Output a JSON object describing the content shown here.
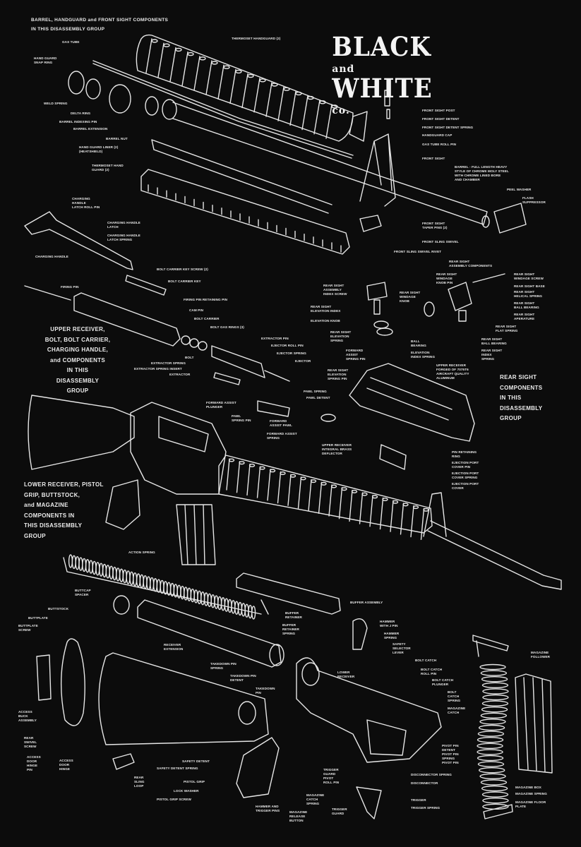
{
  "brand": {
    "black": "BLACK",
    "and": "and",
    "white": "WHITE",
    "co": "co."
  },
  "headings": {
    "barrel_group": [
      "BARREL, HANDGUARD and FRONT SIGHT COMPONENTS",
      "IN THIS DISASSEMBLY GROUP"
    ],
    "upper_group": [
      "UPPER RECEIVER,",
      "BOLT, BOLT CARRIER,",
      "CHARGING HANDLE,",
      "and COMPONENTS",
      "IN THIS",
      "DISASSEMBLY",
      "GROUP"
    ],
    "rear_sight_group": [
      "REAR SIGHT",
      "COMPONENTS",
      "IN THIS",
      "DISASSEMBLY",
      "GROUP"
    ],
    "lower_group": [
      "LOWER RECEIVER, PISTOL",
      "GRIP, BUTTSTOCK,",
      "and MAGAZINE",
      "COMPONENTS IN",
      "THIS DISASSEMBLY",
      "GROUP"
    ]
  },
  "labels": [
    "GAS TUBE",
    "HAND GUARD\nSNAP RING",
    "WELD SPRING",
    "DELTA RING",
    "BARREL INDEXING PIN",
    "BARREL EXTENSION",
    "BARREL NUT",
    "HAND GUARD LINER (2)\n(HEATSHIELD)",
    "THERMOSET HAND\nGUARD (2)",
    "THERMOSET HANDGUARD (2)",
    "FRONT SIGHT POST",
    "FRONT SIGHT DETENT",
    "FRONT SIGHT DETENT SPRING",
    "HANDGUARD CAP",
    "GAS TUBE ROLL PIN",
    "FRONT SIGHT",
    "BARREL - FULL LENGTH HEAVY\nSTYLE OF CHROME MOLY STEEL\nWITH CHROME LINED BORE\nAND CHAMBER",
    "PEEL WASHER",
    "FLASH\nSUPPRESSOR",
    "FRONT SIGHT\nTAPER PINS (2)",
    "FRONT SLING SWIVEL",
    "FRONT SLING SWIVEL RIVET",
    "CHARGING\nHANDLE\nLATCH ROLL PIN",
    "CHARGING HANDLE\nLATCH",
    "CHARGING HANDLE\nLATCH SPRING",
    "CHARGING HANDLE",
    "BOLT CARRIER KEY SCREW (2)",
    "BOLT CARRIER KEY",
    "FIRING PIN",
    "FIRING PIN RETAINING PIN",
    "CAM PIN",
    "BOLT CARRIER",
    "BOLT GAS RINGS (3)",
    "EXTRACTOR PIN",
    "EJECTOR ROLL PIN",
    "EJECTOR SPRING",
    "EJECTOR",
    "BOLT",
    "EXTRACTOR SPRING",
    "EXTRACTOR SPRING INSERT",
    "EXTRACTOR",
    "FORWARD ASSIST\nPLUNGER",
    "PAWL\nSPRING PIN",
    "FORWARD\nASSIST PAWL",
    "FORWARD ASSIST\nSPRING",
    "PAWL SPRING",
    "PAWL DETENT",
    "UPPER RECEIVER\nINTEGRAL BRASS\nDEFLECTOR",
    "REAR SIGHT\nASSEMBLY COMPONENTS",
    "REAR SIGHT\nASSEMBLY\nINDEX SCREW",
    "REAR SIGHT\nELEVATION INDEX",
    "ELEVATION KNOB",
    "REAR SIGHT\nELEVATION\nSPRING",
    "FORWARD\nASSIST\nSPRING PIN",
    "REAR SIGHT\nELEVATION\nSPRING PIN",
    "BALL\nBEARING",
    "ELEVATION\nINDEX SPRING",
    "REAR SIGHT\nWINDAGE\nKNOB",
    "REAR SIGHT\nWINDAGE\nKNOB PIN",
    "REAR SIGHT\nWINDAGE SCREW",
    "REAR SIGHT BASE",
    "REAR SIGHT\nHELICAL SPRING",
    "REAR SIGHT\nBALL BEARING",
    "REAR SIGHT\nAPERATURE",
    "REAR SIGHT\nFLAT SPRING",
    "REAR SIGHT\nBALL BEARING",
    "REAR SIGHT\nINDEX\nSPRING",
    "UPPER RECEIVER\nFORGED OF 7075T6\nAIRCRAFT QUALITY\nALUMINUM",
    "PIN RETAINING\nRING",
    "EJECTION PORT\nCOVER PIN",
    "EJECTION PORT\nCOVER SPRING",
    "EJECTION PORT\nCOVER",
    "ACTION SPRING",
    "BUTTCAP\nSPACER",
    "BUTTSTOCK",
    "BUTTPLATE",
    "BUTTPLATE\nSCREW",
    "RECEIVER\nEXTENSION",
    "TAKEDOWN PIN\nSPRING",
    "TAKEDOWN PIN\nDETENT",
    "TAKEDOWN\nPIN",
    "ACCESS\nBUCK\nASSEMBLY",
    "REAR\nSWIVEL\nSCREW",
    "ACCESS\nDOOR\nHINGE\nPIN",
    "ACCESS\nDOOR\nHINGE",
    "REAR\nSLING\nLOOP",
    "SAFETY DETENT",
    "SAFETY DETENT SPRING",
    "PISTOL GRIP",
    "LOCK WASHER",
    "PISTOL GRIP SCREW",
    "HAMMER AND\nTRIGGER PINS",
    "BUFFER ASSEMBLY",
    "BUFFER\nRETAINER",
    "BUFFER\nRETAINER\nSPRING",
    "HAMMER\nWITH J PIN",
    "HAMMER\nSPRING",
    "SAFETY\nSELECTOR\nLEVER",
    "LOWER\nRECEIVER",
    "BOLT CATCH",
    "BOLT CATCH\nROLL PIN",
    "BOLT CATCH\nPLUNGER",
    "BOLT\nCATCH\nSPRING",
    "MAGAZINE\nCATCH",
    "PIVOT PIN\nDETENT\nPIVOT PIN\nSPRING\nPIVOT PIN",
    "DISCONNECTOR SPRING",
    "DISCONNECTOR",
    "TRIGGER",
    "TRIGGER SPRING",
    "TRIGGER\nGUARD\nPIVOT\nROLL PIN",
    "MAGAZINE\nCATCH\nSPRING",
    "TRIGGER\nGUARD",
    "MAGAZINE\nRELEASE\nBUTTON",
    "MAGAZINE\nFOLLOWER",
    "MAGAZINE BOX",
    "MAGAZINE SPRING",
    "MAGAZINE FLOOR\nPLATE"
  ],
  "colors": {
    "background": "#0c0c0c",
    "line_art": "#e6e6e6"
  }
}
